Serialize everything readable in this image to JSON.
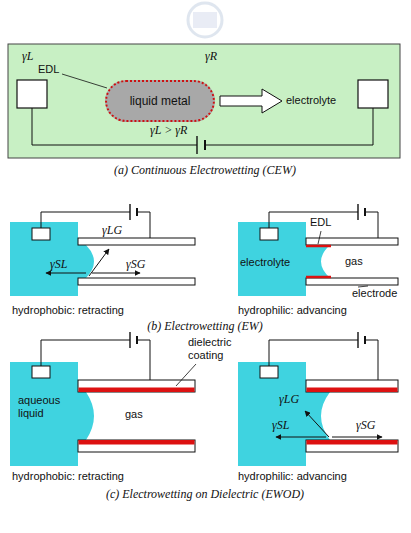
{
  "diagram": {
    "nodes": [
      {
        "text": [
          "liquid metal"
        ]
      }
    ],
    "labels": [
      "γL",
      "EDL",
      "γR",
      "electrolyte",
      "γL > γR",
      "(a) Continuous Electrowetting (CEW)",
      "γLG",
      "γSL",
      "γSG",
      "EDL",
      "electrolyte",
      "gas",
      "electrode",
      "hydrophobic: retracting",
      "hydrophilic: advancing",
      "(b) Electrowetting (EW)",
      "dielectric coating",
      "aqueous liquid",
      "gas",
      "γLG",
      "γSL",
      "γSG",
      "hydrophobic: retracting",
      "hydrophilic: advancing",
      "(c) Electrowetting on Dielectric (EWOD)"
    ]
  }
}
